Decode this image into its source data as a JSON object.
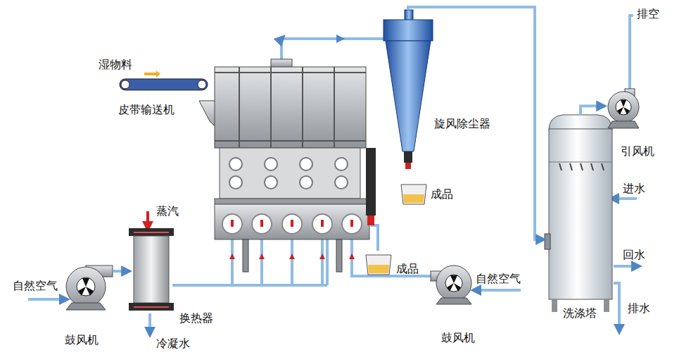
{
  "diagram": {
    "nodes": [
      {
        "text": [
          "皮带输送机"
        ]
      },
      {
        "text": [
          "旋风除尘器"
        ]
      },
      {
        "text": [
          "引风机"
        ]
      },
      {
        "text": [
          "洗涤塔"
        ]
      },
      {
        "text": [
          "鼓风机"
        ]
      },
      {
        "text": [
          "换热器"
        ]
      },
      {
        "text": [
          "鼓风机"
        ]
      }
    ],
    "edges": [
      {
        "from": 4,
        "to": 5,
        "arrow": "to"
      },
      {
        "from": 1,
        "to": 3,
        "arrow": "to"
      },
      {
        "from": 3,
        "to": 2,
        "arrow": "to"
      }
    ],
    "labels": [
      "湿物料",
      "成品",
      "成品",
      "排空",
      "进水",
      "回水",
      "排水",
      "蒸汽",
      "自然空气",
      "自然空气",
      "冷凝水"
    ]
  }
}
